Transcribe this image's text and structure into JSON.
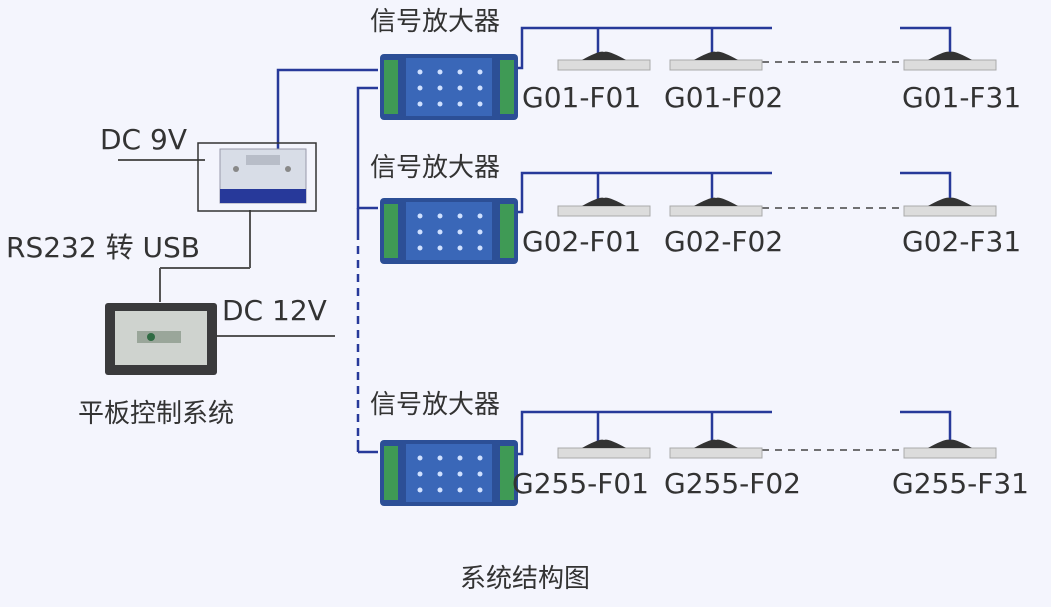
{
  "diagram": {
    "title": "系统结构图",
    "converter": {
      "label": "RS232 转 USB",
      "power_label": "DC 9V"
    },
    "tablet": {
      "label": "平板控制系统",
      "power_label": "DC 12V"
    },
    "amplifier_label": "信号放大器",
    "groups": [
      {
        "amplifier": "信号放大器",
        "devices": [
          "G01-F01",
          "G01-F02",
          "G01-F31"
        ]
      },
      {
        "amplifier": "信号放大器",
        "devices": [
          "G02-F01",
          "G02-F02",
          "G02-F31"
        ]
      },
      {
        "amplifier": "信号放大器",
        "devices": [
          "G255-F01",
          "G255-F02",
          "G255-F31"
        ]
      }
    ]
  },
  "colors": {
    "wire": "#27399a",
    "gray_wire": "#555555",
    "background": "#f4f5fd"
  }
}
